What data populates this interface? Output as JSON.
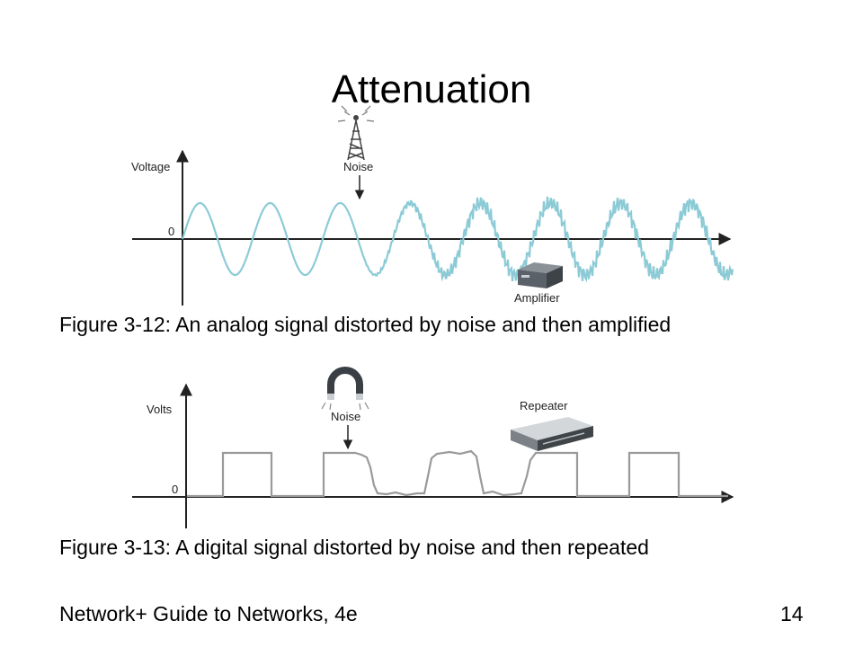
{
  "slide": {
    "title": "Attenuation",
    "footer_left": "Network+ Guide to Networks, 4e",
    "page_number": "14"
  },
  "figure1": {
    "caption": "Figure 3-12: An analog signal distorted by noise and then amplified",
    "y_axis_label": "Voltage",
    "zero_label": "0",
    "noise_label": "Noise",
    "device_label": "Amplifier",
    "noise_icon": "radio-tower-icon",
    "device_icon": "amplifier-icon",
    "wave_color": "#8ccbd6"
  },
  "figure2": {
    "caption": "Figure 3-13: A digital signal distorted by noise and then repeated",
    "y_axis_label": "Volts",
    "zero_label": "0",
    "noise_label": "Noise",
    "device_label": "Repeater",
    "noise_icon": "magnet-icon",
    "device_icon": "repeater-icon",
    "wave_color": "#9a9a9a"
  }
}
